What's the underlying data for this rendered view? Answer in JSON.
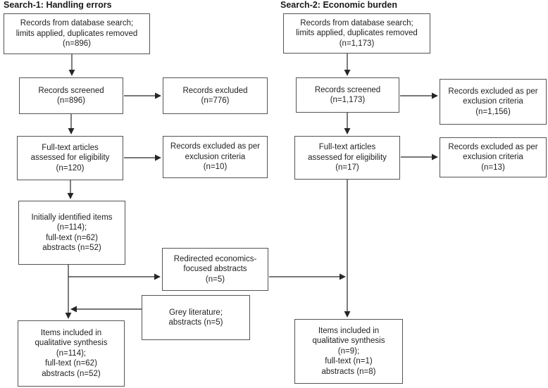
{
  "titles": {
    "search1": "Search-1: Handling errors",
    "search2": "Search-2: Economic burden"
  },
  "colors": {
    "background": "#ffffff",
    "box_border": "#545454",
    "text": "#1f1f1f",
    "arrow": "#262626"
  },
  "search1": {
    "db_search": "Records from database search;\nlimits applied, duplicates removed\n(n=896)",
    "records_screened": "Records screened\n(n=896)",
    "records_excluded": "Records excluded\n(n=776)",
    "full_text_assessed": "Full-text articles\nassessed for eligibility\n(n=120)",
    "records_excluded_criteria": "Records excluded as per\nexclusion criteria\n(n=10)",
    "initially_identified": "Initially identified items\n(n=114);\nfull-text (n=62)\nabstracts (n=52)",
    "items_included": "Items included in\nqualitative synthesis\n(n=114);\nfull-text (n=62)\nabstracts (n=52)"
  },
  "middle": {
    "redirected_abstracts": "Redirected economics-\nfocused abstracts\n(n=5)",
    "grey_literature": "Grey literature;\nabstracts (n=5)"
  },
  "search2": {
    "db_search": "Records from database search;\nlimits applied, duplicates removed\n(n=1,173)",
    "records_screened": "Records screened\n(n=1,173)",
    "records_excluded_criteria_screening": "Records excluded as per\nexclusion criteria\n(n=1,156)",
    "full_text_assessed": "Full-text articles\nassessed for eligibility\n(n=17)",
    "records_excluded_criteria_fulltext": "Records excluded as per\nexclusion criteria\n(n=13)",
    "items_included": "Items included in\nqualitative synthesis\n(n=9);\nfull-text (n=1)\nabstracts (n=8)"
  }
}
